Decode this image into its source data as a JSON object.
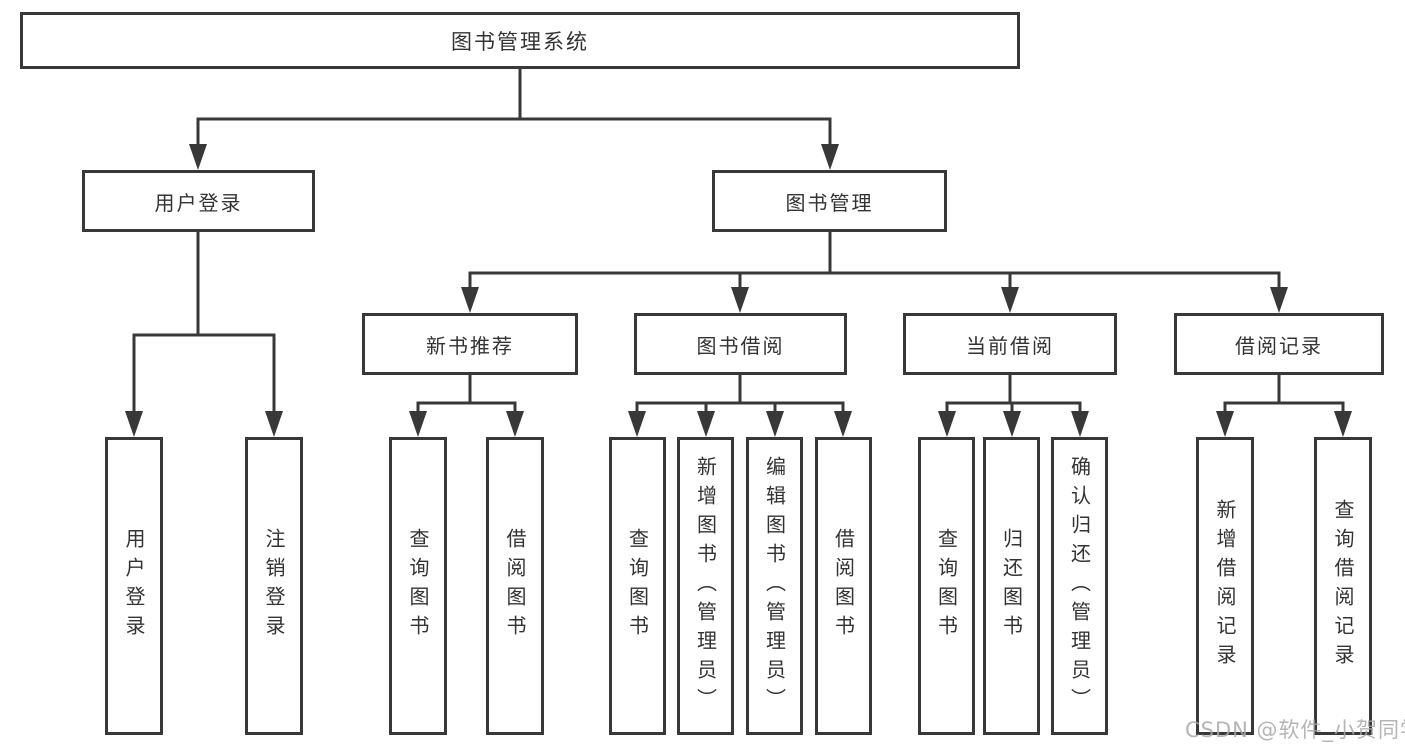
{
  "tree": {
    "label": "图书管理系统",
    "children": [
      {
        "label": "用户登录",
        "children": [
          {
            "label": "用户登录"
          },
          {
            "label": "注销登录"
          }
        ]
      },
      {
        "label": "图书管理",
        "children": [
          {
            "label": "新书推荐",
            "children": [
              {
                "label": "查询图书"
              },
              {
                "label": "借阅图书"
              }
            ]
          },
          {
            "label": "图书借阅",
            "children": [
              {
                "label": "查询图书"
              },
              {
                "label": "新增图书（管理员）"
              },
              {
                "label": "编辑图书（管理员）"
              },
              {
                "label": "借阅图书"
              }
            ]
          },
          {
            "label": "当前借阅",
            "children": [
              {
                "label": "查询图书"
              },
              {
                "label": "归还图书"
              },
              {
                "label": "确认归还（管理员）"
              }
            ]
          },
          {
            "label": "借阅记录",
            "children": [
              {
                "label": "新增借阅记录"
              },
              {
                "label": "查询借阅记录"
              }
            ]
          }
        ]
      }
    ]
  },
  "watermark": {
    "text": "CSDN @软件_小贺同学"
  },
  "colors": {
    "line": "#383838",
    "box_background": "#ffffff",
    "text": "#333333",
    "watermark": "#a8a8a8",
    "background": "#ffffff"
  }
}
